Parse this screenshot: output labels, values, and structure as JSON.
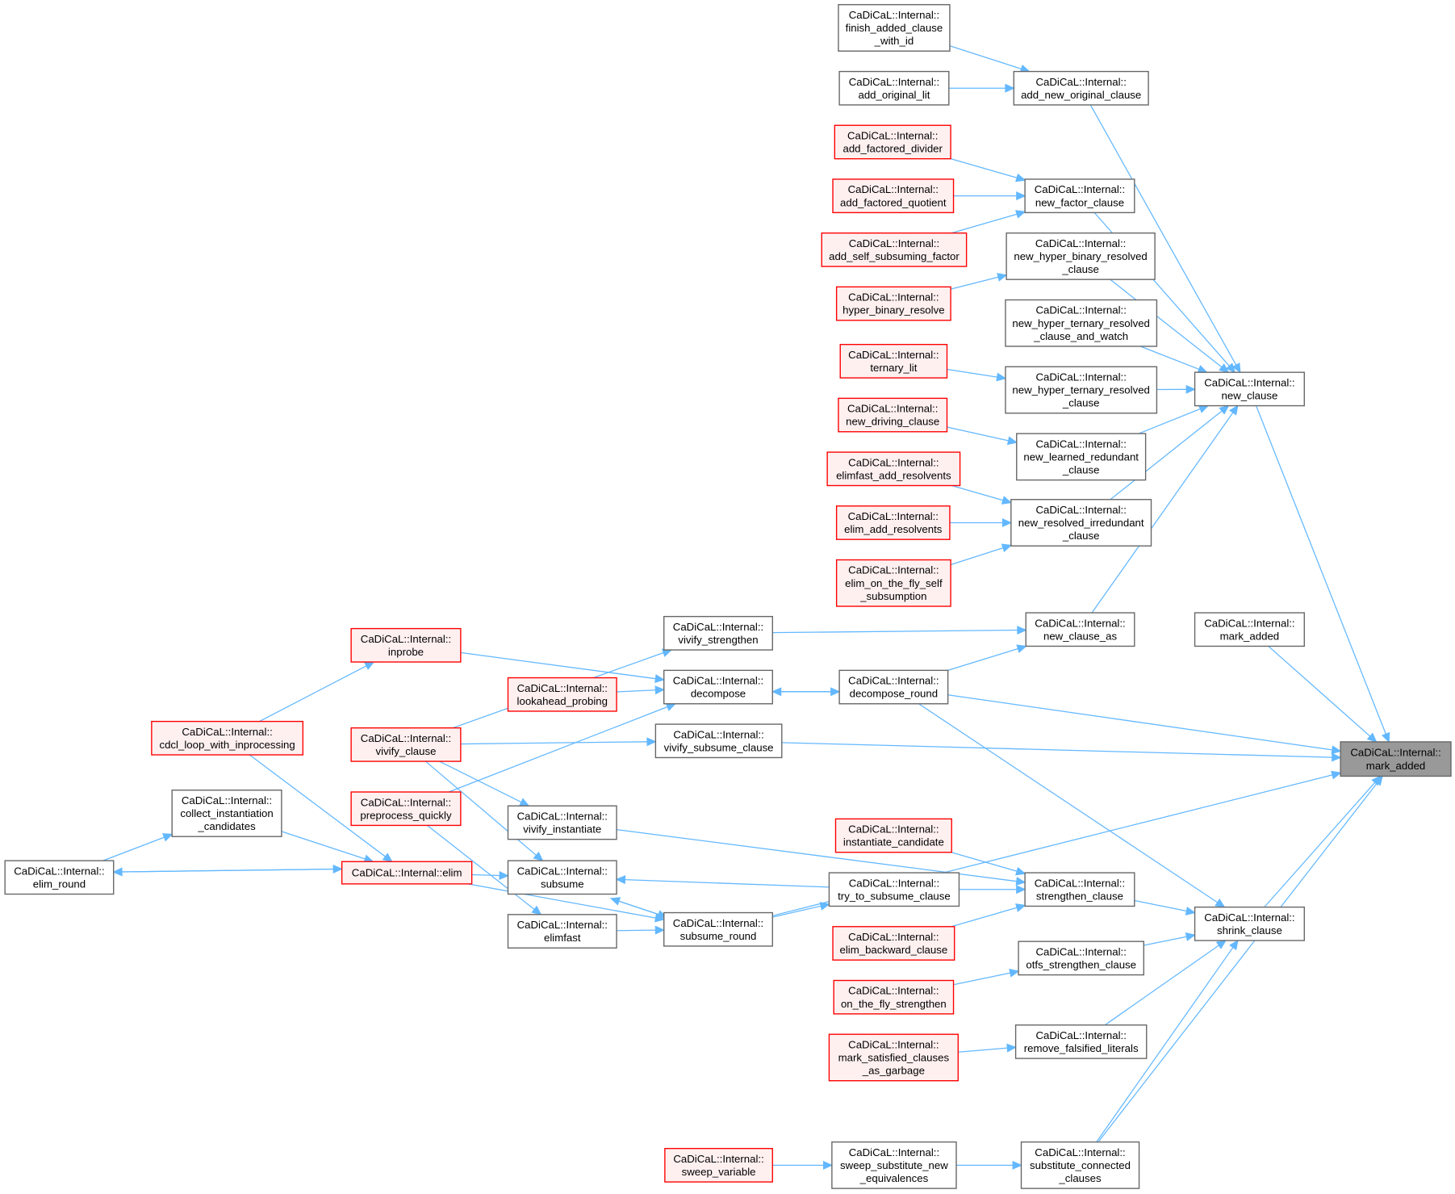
{
  "colors": {
    "edge": "#63b8ff",
    "red_border": "#ff0000",
    "red_fill": "#fff0f0",
    "target_fill": "#999999",
    "box_border": "#666666"
  },
  "nodes": {
    "finish_added_clause_with_id": {
      "lines": [
        "CaDiCaL::Internal::",
        "finish_added_clause",
        "_with_id"
      ],
      "style": "plain"
    },
    "add_original_lit": {
      "lines": [
        "CaDiCaL::Internal::",
        "add_original_lit"
      ],
      "style": "plain"
    },
    "add_new_original_clause": {
      "lines": [
        "CaDiCaL::Internal::",
        "add_new_original_clause"
      ],
      "style": "plain"
    },
    "add_factored_divider": {
      "lines": [
        "CaDiCaL::Internal::",
        "add_factored_divider"
      ],
      "style": "red"
    },
    "add_factored_quotient": {
      "lines": [
        "CaDiCaL::Internal::",
        "add_factored_quotient"
      ],
      "style": "red"
    },
    "new_factor_clause": {
      "lines": [
        "CaDiCaL::Internal::",
        "new_factor_clause"
      ],
      "style": "plain"
    },
    "add_self_subsuming_factor": {
      "lines": [
        "CaDiCaL::Internal::",
        "add_self_subsuming_factor"
      ],
      "style": "red"
    },
    "new_hyper_binary_resolved_clause": {
      "lines": [
        "CaDiCaL::Internal::",
        "new_hyper_binary_resolved",
        "_clause"
      ],
      "style": "plain"
    },
    "hyper_binary_resolve": {
      "lines": [
        "CaDiCaL::Internal::",
        "hyper_binary_resolve"
      ],
      "style": "red"
    },
    "new_hyper_ternary_resolved_clause_and_watch": {
      "lines": [
        "CaDiCaL::Internal::",
        "new_hyper_ternary_resolved",
        "_clause_and_watch"
      ],
      "style": "plain"
    },
    "ternary_lit": {
      "lines": [
        "CaDiCaL::Internal::",
        "ternary_lit"
      ],
      "style": "red"
    },
    "new_hyper_ternary_resolved_clause": {
      "lines": [
        "CaDiCaL::Internal::",
        "new_hyper_ternary_resolved",
        "_clause"
      ],
      "style": "plain"
    },
    "new_clause": {
      "lines": [
        "CaDiCaL::Internal::",
        "new_clause"
      ],
      "style": "plain"
    },
    "new_driving_clause": {
      "lines": [
        "CaDiCaL::Internal::",
        "new_driving_clause"
      ],
      "style": "red"
    },
    "new_learned_redundant_clause": {
      "lines": [
        "CaDiCaL::Internal::",
        "new_learned_redundant",
        "_clause"
      ],
      "style": "plain"
    },
    "elimfast_add_resolvents": {
      "lines": [
        "CaDiCaL::Internal::",
        "elimfast_add_resolvents"
      ],
      "style": "red"
    },
    "new_resolved_irredundant_clause": {
      "lines": [
        "CaDiCaL::Internal::",
        "new_resolved_irredundant",
        "_clause"
      ],
      "style": "plain"
    },
    "elim_add_resolvents": {
      "lines": [
        "CaDiCaL::Internal::",
        "elim_add_resolvents"
      ],
      "style": "red"
    },
    "elim_on_the_fly_self_subsumption": {
      "lines": [
        "CaDiCaL::Internal::",
        "elim_on_the_fly_self",
        "_subsumption"
      ],
      "style": "red"
    },
    "new_clause_as": {
      "lines": [
        "CaDiCaL::Internal::",
        "new_clause_as"
      ],
      "style": "plain"
    },
    "mark_added_other": {
      "lines": [
        "CaDiCaL::Internal::",
        "mark_added"
      ],
      "style": "plain"
    },
    "vivify_strengthen": {
      "lines": [
        "CaDiCaL::Internal::",
        "vivify_strengthen"
      ],
      "style": "plain"
    },
    "inprobe": {
      "lines": [
        "CaDiCaL::Internal::",
        "inprobe"
      ],
      "style": "red"
    },
    "lookahead_probing": {
      "lines": [
        "CaDiCaL::Internal::",
        "lookahead_probing"
      ],
      "style": "red"
    },
    "decompose": {
      "lines": [
        "CaDiCaL::Internal::",
        "decompose"
      ],
      "style": "plain"
    },
    "decompose_round": {
      "lines": [
        "CaDiCaL::Internal::",
        "decompose_round"
      ],
      "style": "plain"
    },
    "cdcl_loop_with_inprocessing": {
      "lines": [
        "CaDiCaL::Internal::",
        "cdcl_loop_with_inprocessing"
      ],
      "style": "red"
    },
    "vivify_clause": {
      "lines": [
        "CaDiCaL::Internal::",
        "vivify_clause"
      ],
      "style": "red"
    },
    "vivify_subsume_clause": {
      "lines": [
        "CaDiCaL::Internal::",
        "vivify_subsume_clause"
      ],
      "style": "plain"
    },
    "mark_added": {
      "lines": [
        "CaDiCaL::Internal::",
        "mark_added"
      ],
      "style": "target"
    },
    "collect_instantiation_candidates": {
      "lines": [
        "CaDiCaL::Internal::",
        "collect_instantiation",
        "_candidates"
      ],
      "style": "plain"
    },
    "preprocess_quickly": {
      "lines": [
        "CaDiCaL::Internal::",
        "preprocess_quickly"
      ],
      "style": "red"
    },
    "vivify_instantiate": {
      "lines": [
        "CaDiCaL::Internal::",
        "vivify_instantiate"
      ],
      "style": "plain"
    },
    "instantiate_candidate": {
      "lines": [
        "CaDiCaL::Internal::",
        "instantiate_candidate"
      ],
      "style": "red"
    },
    "elim_round": {
      "lines": [
        "CaDiCaL::Internal::",
        "elim_round"
      ],
      "style": "plain"
    },
    "elim": {
      "lines": [
        "CaDiCaL::Internal::elim"
      ],
      "style": "red"
    },
    "subsume": {
      "lines": [
        "CaDiCaL::Internal::",
        "subsume"
      ],
      "style": "plain"
    },
    "try_to_subsume_clause": {
      "lines": [
        "CaDiCaL::Internal::",
        "try_to_subsume_clause"
      ],
      "style": "plain"
    },
    "strengthen_clause": {
      "lines": [
        "CaDiCaL::Internal::",
        "strengthen_clause"
      ],
      "style": "plain"
    },
    "shrink_clause": {
      "lines": [
        "CaDiCaL::Internal::",
        "shrink_clause"
      ],
      "style": "plain"
    },
    "elimfast": {
      "lines": [
        "CaDiCaL::Internal::",
        "elimfast"
      ],
      "style": "plain"
    },
    "subsume_round": {
      "lines": [
        "CaDiCaL::Internal::",
        "subsume_round"
      ],
      "style": "plain"
    },
    "elim_backward_clause": {
      "lines": [
        "CaDiCaL::Internal::",
        "elim_backward_clause"
      ],
      "style": "red"
    },
    "otfs_strengthen_clause": {
      "lines": [
        "CaDiCaL::Internal::",
        "otfs_strengthen_clause"
      ],
      "style": "plain"
    },
    "on_the_fly_strengthen": {
      "lines": [
        "CaDiCaL::Internal::",
        "on_the_fly_strengthen"
      ],
      "style": "red"
    },
    "remove_falsified_literals": {
      "lines": [
        "CaDiCaL::Internal::",
        "remove_falsified_literals"
      ],
      "style": "plain"
    },
    "mark_satisfied_clauses_as_garbage": {
      "lines": [
        "CaDiCaL::Internal::",
        "mark_satisfied_clauses",
        "_as_garbage"
      ],
      "style": "red"
    },
    "sweep_variable": {
      "lines": [
        "CaDiCaL::Internal::",
        "sweep_variable"
      ],
      "style": "red"
    },
    "sweep_substitute_new_equivalences": {
      "lines": [
        "CaDiCaL::Internal::",
        "sweep_substitute_new",
        "_equivalences"
      ],
      "style": "plain"
    },
    "substitute_connected_clauses": {
      "lines": [
        "CaDiCaL::Internal::",
        "substitute_connected",
        "_clauses"
      ],
      "style": "plain"
    }
  },
  "edges": [
    [
      "finish_added_clause_with_id",
      "add_new_original_clause"
    ],
    [
      "add_original_lit",
      "add_new_original_clause"
    ],
    [
      "add_new_original_clause",
      "new_clause"
    ],
    [
      "add_factored_divider",
      "new_factor_clause"
    ],
    [
      "add_factored_quotient",
      "new_factor_clause"
    ],
    [
      "add_self_subsuming_factor",
      "new_factor_clause"
    ],
    [
      "new_factor_clause",
      "new_clause"
    ],
    [
      "hyper_binary_resolve",
      "new_hyper_binary_resolved_clause"
    ],
    [
      "new_hyper_binary_resolved_clause",
      "new_clause"
    ],
    [
      "new_hyper_ternary_resolved_clause_and_watch",
      "new_clause"
    ],
    [
      "ternary_lit",
      "new_hyper_ternary_resolved_clause"
    ],
    [
      "new_hyper_ternary_resolved_clause",
      "new_clause"
    ],
    [
      "new_driving_clause",
      "new_learned_redundant_clause"
    ],
    [
      "new_learned_redundant_clause",
      "new_clause"
    ],
    [
      "elimfast_add_resolvents",
      "new_resolved_irredundant_clause"
    ],
    [
      "elim_add_resolvents",
      "new_resolved_irredundant_clause"
    ],
    [
      "elim_on_the_fly_self_subsumption",
      "new_resolved_irredundant_clause"
    ],
    [
      "new_resolved_irredundant_clause",
      "new_clause"
    ],
    [
      "new_clause_as",
      "new_clause"
    ],
    [
      "new_clause",
      "mark_added"
    ],
    [
      "mark_added_other",
      "mark_added"
    ],
    [
      "decompose_round",
      "new_clause_as"
    ],
    [
      "vivify_strengthen",
      "new_clause_as"
    ],
    [
      "decompose_round",
      "mark_added"
    ],
    [
      "vivify_subsume_clause",
      "mark_added"
    ],
    [
      "shrink_clause",
      "mark_added"
    ],
    [
      "subsume_round",
      "mark_added"
    ],
    [
      "substitute_connected_clauses",
      "mark_added"
    ],
    [
      "strengthen_clause",
      "shrink_clause"
    ],
    [
      "otfs_strengthen_clause",
      "shrink_clause"
    ],
    [
      "remove_falsified_literals",
      "shrink_clause"
    ],
    [
      "substitute_connected_clauses",
      "shrink_clause"
    ],
    [
      "decompose_round",
      "shrink_clause"
    ],
    [
      "instantiate_candidate",
      "strengthen_clause"
    ],
    [
      "try_to_subsume_clause",
      "strengthen_clause"
    ],
    [
      "elim_backward_clause",
      "strengthen_clause"
    ],
    [
      "vivify_instantiate",
      "strengthen_clause"
    ],
    [
      "on_the_fly_strengthen",
      "otfs_strengthen_clause"
    ],
    [
      "mark_satisfied_clauses_as_garbage",
      "remove_falsified_literals"
    ],
    [
      "sweep_variable",
      "sweep_substitute_new_equivalences"
    ],
    [
      "sweep_substitute_new_equivalences",
      "substitute_connected_clauses"
    ],
    [
      "subsume_round",
      "try_to_subsume_clause"
    ],
    [
      "try_to_subsume_clause",
      "subsume"
    ],
    [
      "subsume_round",
      "subsume"
    ],
    [
      "subsume",
      "subsume_round"
    ],
    [
      "elimfast",
      "subsume_round"
    ],
    [
      "elim",
      "subsume_round"
    ],
    [
      "elim",
      "subsume"
    ],
    [
      "preprocess_quickly",
      "elimfast"
    ],
    [
      "preprocess_quickly",
      "decompose"
    ],
    [
      "vivify_clause",
      "subsume"
    ],
    [
      "vivify_clause",
      "vivify_instantiate"
    ],
    [
      "vivify_clause",
      "vivify_subsume_clause"
    ],
    [
      "vivify_clause",
      "vivify_strengthen"
    ],
    [
      "inprobe",
      "decompose"
    ],
    [
      "lookahead_probing",
      "decompose"
    ],
    [
      "decompose",
      "decompose_round"
    ],
    [
      "decompose_round",
      "decompose"
    ],
    [
      "cdcl_loop_with_inprocessing",
      "inprobe"
    ],
    [
      "cdcl_loop_with_inprocessing",
      "elim"
    ],
    [
      "collect_instantiation_candidates",
      "elim"
    ],
    [
      "elim_round",
      "collect_instantiation_candidates"
    ],
    [
      "elim_round",
      "elim"
    ],
    [
      "elim",
      "elim_round"
    ]
  ]
}
